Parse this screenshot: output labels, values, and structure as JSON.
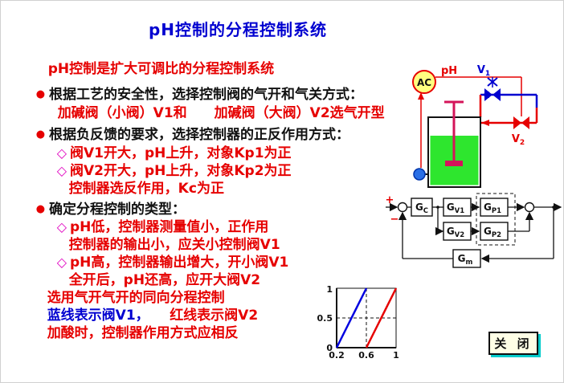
{
  "title": "pH控制的分程控制系统",
  "colors": {
    "title_blue": "#0000d0",
    "text_red": "#e60000",
    "text_black": "#111111",
    "diamond_magenta": "#e000c0",
    "valve_v1_blue": "#0000d0",
    "valve_v2_red": "#e60000",
    "tank_liquid_green": "#2ee62e",
    "controller_fill_yellow": "#ffff80",
    "button_shadow_cyan": "#00cccc"
  },
  "text_lines": [
    {
      "segments": [
        {
          "text": "pH控制是扩大可调比的分程控制系统"
        }
      ]
    },
    {
      "bullet": "●",
      "segments": [
        {
          "text": "根据工艺的安全性，选择控制阀的气开和气关方式："
        }
      ]
    },
    {
      "segments": [
        {
          "text": "加碱阀（小阀）V1和　　加碱阀（大阀）V2选气开型"
        }
      ]
    },
    {
      "bullet": "●",
      "segments": [
        {
          "text": "根据负反馈的要求，选择控制器的正反作用方式："
        }
      ]
    },
    {
      "bullet": "◇",
      "segments": [
        {
          "text": "阀V1开大，pH上升，对象Kp1为正"
        }
      ]
    },
    {
      "bullet": "◇",
      "segments": [
        {
          "text": "阀V2开大，pH上升，对象Kp2为正"
        }
      ]
    },
    {
      "segments": [
        {
          "text": "控制器选反作用，Kc为正"
        }
      ]
    },
    {
      "bullet": "●",
      "segments": [
        {
          "text": "确定分程控制的类型："
        }
      ]
    },
    {
      "bullet": "◇",
      "segments": [
        {
          "text": "pH低，控制器测量值小，正作用"
        }
      ]
    },
    {
      "segments": [
        {
          "text": "控制器的输出小，应关小控制阀V1"
        }
      ]
    },
    {
      "bullet": "◇",
      "segments": [
        {
          "text": "pH高，控制器输出增大，开小阀V1"
        }
      ]
    },
    {
      "segments": [
        {
          "text": "全开后，pH还高，应开大阀V2"
        }
      ]
    },
    {
      "segments": [
        {
          "text": "选用气开气开的同向分程控制"
        }
      ]
    },
    {
      "segments": [
        {
          "text": "蓝线表示阀V1，　　"
        },
        {
          "text": "红线表示阀V2"
        }
      ]
    },
    {
      "segments": [
        {
          "text": "加酸时，控制器作用方式应相反"
        }
      ]
    }
  ],
  "pid": {
    "controller_label": "AC",
    "ph_label": "pH",
    "v1_main": "V",
    "v1_sub": "1",
    "v2_main": "V",
    "v2_sub": "2"
  },
  "block_diagram": {
    "plus": "+",
    "minus": "−",
    "blocks": {
      "gc": {
        "main": "G",
        "sub": "C"
      },
      "gv1": {
        "main": "G",
        "sub": "V1"
      },
      "gv2": {
        "main": "G",
        "sub": "V2"
      },
      "gp1": {
        "main": "G",
        "sub": "P1"
      },
      "gp2": {
        "main": "G",
        "sub": "P2"
      },
      "gm": {
        "main": "G",
        "sub": "m"
      }
    }
  },
  "chart_data": {
    "type": "line",
    "xlim": [
      0.2,
      1
    ],
    "ylim": [
      0,
      1
    ],
    "x_ticks": [
      "0.2",
      "0.6",
      "1"
    ],
    "y_ticks": [
      "0",
      "0.5",
      "1"
    ],
    "grid": "dashed at x=0.6 and y=0.5",
    "legend_position": "none",
    "series": [
      {
        "name": "阀V1",
        "color": "#0000e0",
        "points": [
          [
            0.2,
            0
          ],
          [
            0.6,
            1
          ]
        ]
      },
      {
        "name": "阀V2",
        "color": "#e60000",
        "points": [
          [
            0.6,
            0
          ],
          [
            1.0,
            1
          ]
        ]
      }
    ]
  },
  "close_button": {
    "label": "关 闭"
  }
}
